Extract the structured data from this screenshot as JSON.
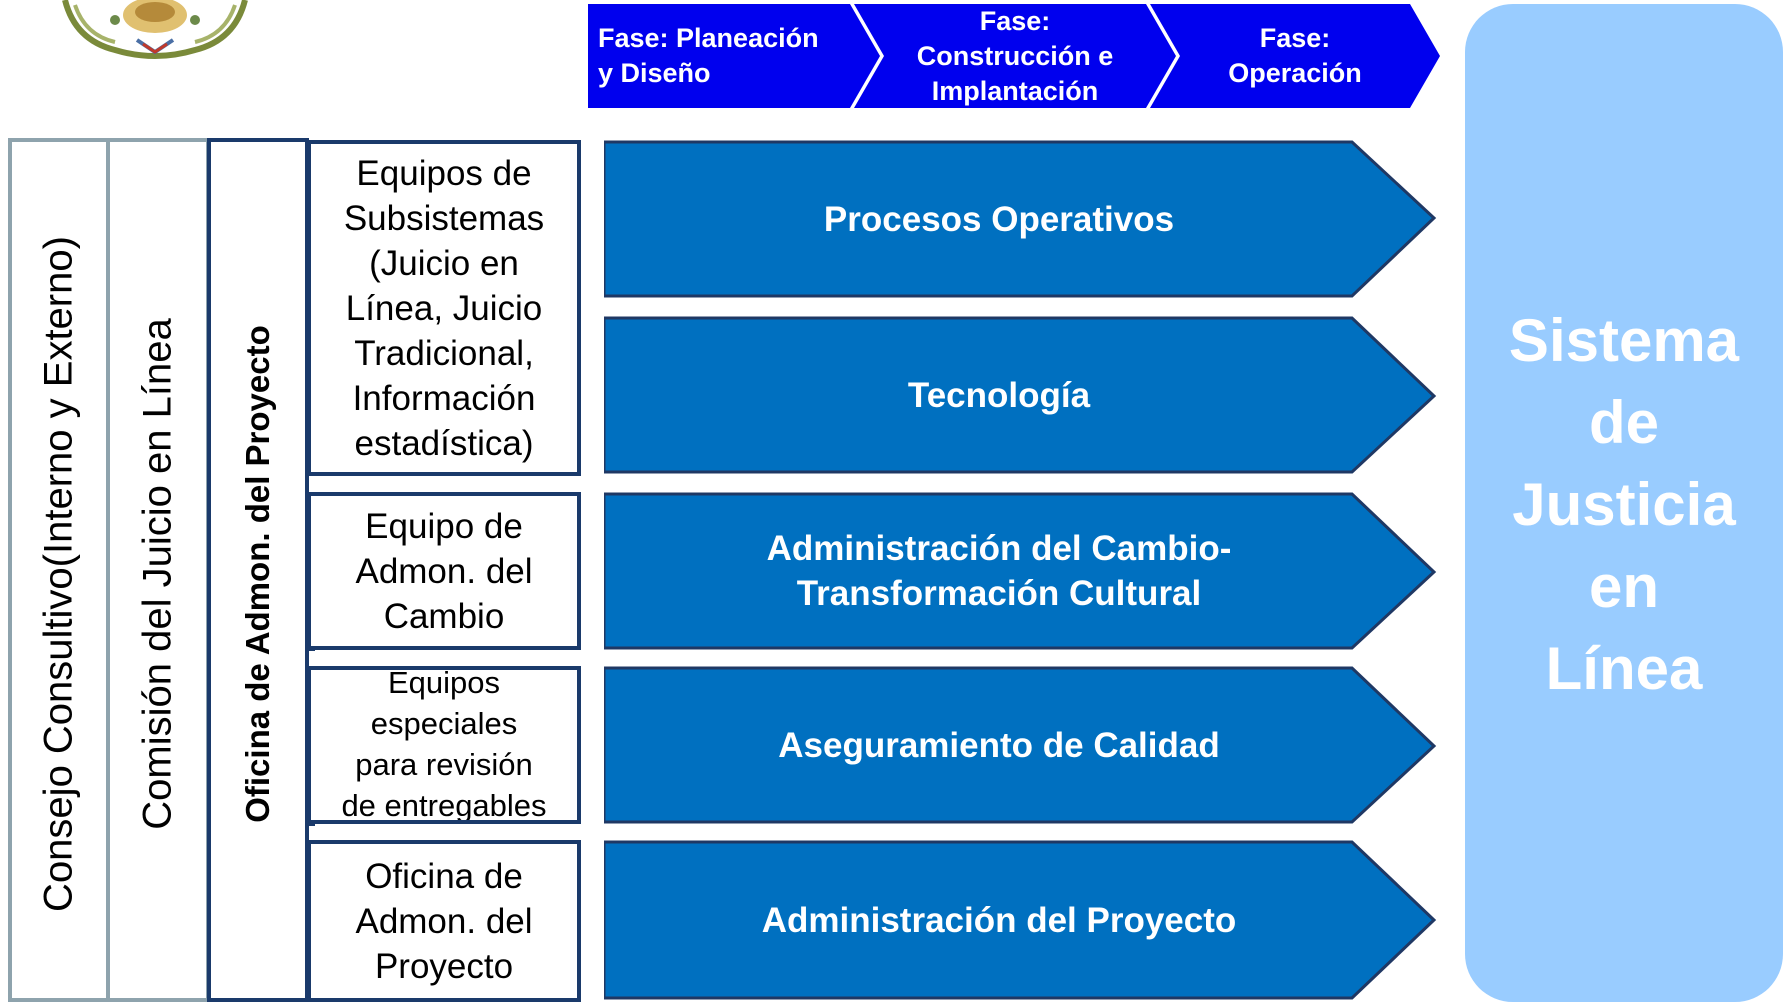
{
  "phases": [
    {
      "lines": [
        "Fase: Planeación",
        "y Diseño"
      ]
    },
    {
      "lines": [
        "Fase:",
        "Construcción e",
        "Implantación"
      ]
    },
    {
      "lines": [
        "Fase:",
        "Operación"
      ]
    }
  ],
  "governance": {
    "consejo": "Consejo Consultivo(Interno y Externo)",
    "comision": "Comisión del Juicio en Línea",
    "oficina": "Oficina de Admon. del Proyecto"
  },
  "teams": [
    {
      "lines": [
        "Equipos de",
        "Subsistemas",
        "(Juicio en",
        "Línea, Juicio",
        "Tradicional,",
        "Información",
        "estadística)"
      ]
    },
    {
      "lines": [
        "Equipo de",
        "Admon. del",
        "Cambio"
      ]
    },
    {
      "lines": [
        "Equipos",
        "especiales",
        "para revisión",
        "de entregables"
      ]
    },
    {
      "lines": [
        "Oficina de",
        "Admon. del",
        "Proyecto"
      ]
    }
  ],
  "workstreams": [
    {
      "lines": [
        "Procesos Operativos"
      ]
    },
    {
      "lines": [
        "Tecnología"
      ]
    },
    {
      "lines": [
        "Administración del Cambio-",
        "Transformación Cultural"
      ]
    },
    {
      "lines": [
        "Aseguramiento de Calidad"
      ]
    },
    {
      "lines": [
        "Administración del Proyecto"
      ]
    }
  ],
  "result": {
    "lines": [
      "Sistema",
      "de",
      "Justicia",
      "en",
      "Línea"
    ]
  },
  "colors": {
    "phase_blue": "#0000ee",
    "arrow_blue": "#0070c0",
    "arrow_border": "#1f3864",
    "result_panel": "#99ccff",
    "box_border": "#1a3a6b",
    "outer_border": "#8ea3ad"
  }
}
